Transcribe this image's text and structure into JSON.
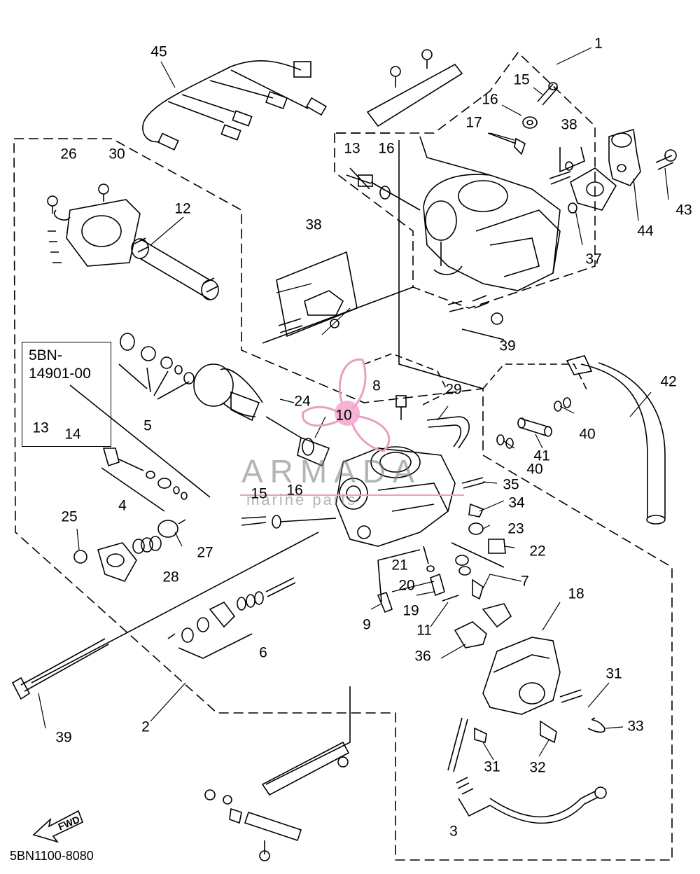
{
  "diagram": {
    "code": "5BN1100-8080",
    "kit_box": {
      "line1": "5BN-",
      "line2": "14901-00"
    },
    "fwd_label": "FWD",
    "watermark": {
      "brand": "ARMADA",
      "sub": "marine parts"
    },
    "callouts": [
      "1",
      "45",
      "15",
      "16",
      "17",
      "38",
      "13",
      "16",
      "26",
      "30",
      "12",
      "43",
      "44",
      "37",
      "38",
      "39",
      "8",
      "42",
      "29",
      "24",
      "10",
      "5",
      "13",
      "14",
      "40",
      "41",
      "40",
      "4",
      "35",
      "34",
      "15",
      "16",
      "25",
      "27",
      "23",
      "22",
      "28",
      "21",
      "20",
      "7",
      "18",
      "19",
      "9",
      "11",
      "36",
      "6",
      "31",
      "33",
      "39",
      "2",
      "31",
      "32",
      "3"
    ]
  }
}
